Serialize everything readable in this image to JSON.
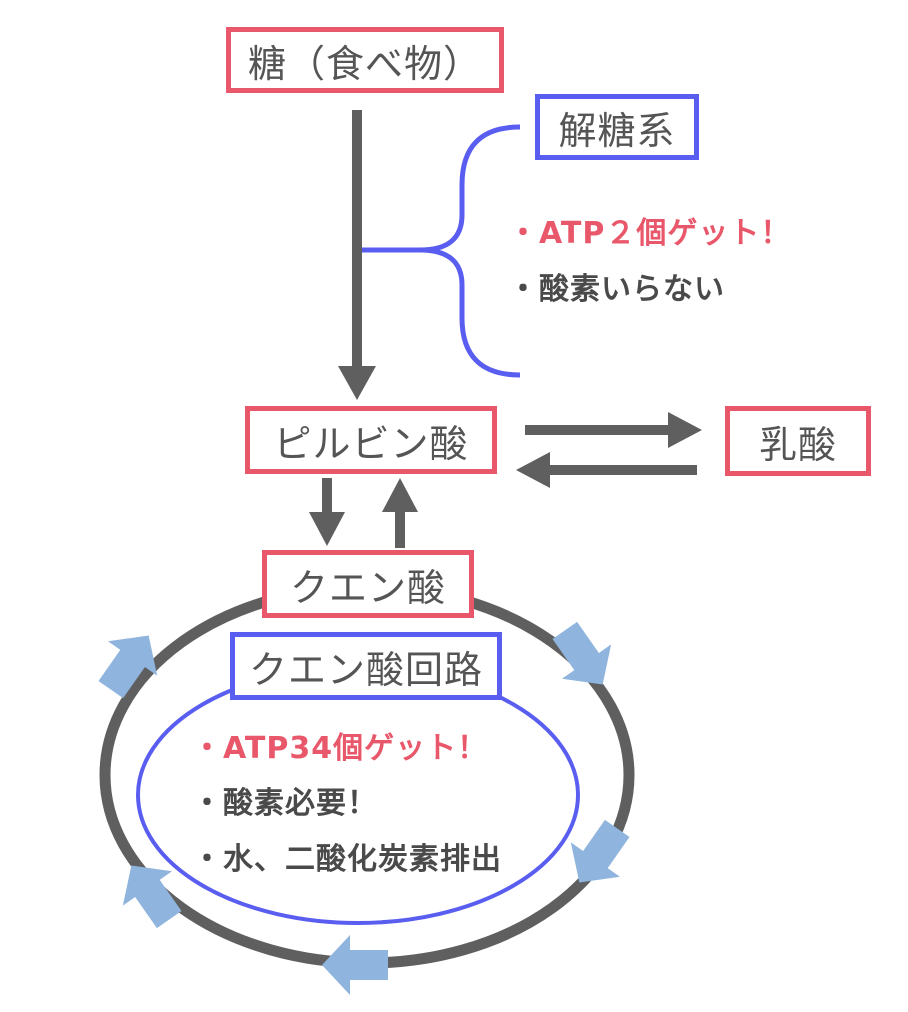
{
  "nodes": {
    "sugar": "糖（食べ物）",
    "glycolysis": "解糖系",
    "pyruvic_acid": "ピルビン酸",
    "lactic_acid": "乳酸",
    "citric_acid": "クエン酸",
    "citric_acid_cycle": "クエン酸回路"
  },
  "glycolysis_notes": {
    "atp": "・ATP２個ゲット！",
    "oxygen": "・酸素いらない"
  },
  "cycle_notes": {
    "atp": "・ATP34個ゲット！",
    "oxygen": "・酸素必要！",
    "output": "・水、二酸化炭素排出"
  },
  "colors": {
    "red": "#e8576a",
    "blue": "#5a5ef0",
    "arrow_gray": "#5f5f5f",
    "cycle_arrow": "#8fb4dd"
  }
}
